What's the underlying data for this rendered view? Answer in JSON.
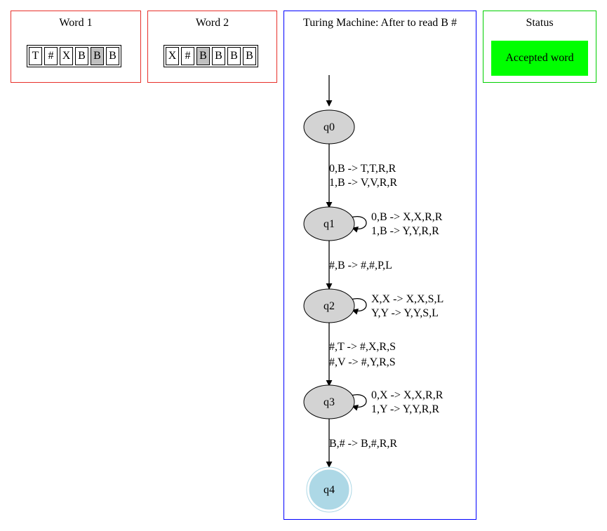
{
  "word1": {
    "title": "Word 1",
    "cells": [
      "T",
      "#",
      "X",
      "B",
      "B",
      "B"
    ],
    "head_index": 4
  },
  "word2": {
    "title": "Word 2",
    "cells": [
      "X",
      "#",
      "B",
      "B",
      "B",
      "B"
    ],
    "head_index": 2
  },
  "machine": {
    "title": "Turing Machine: After to read B #",
    "states": [
      "q0",
      "q1",
      "q2",
      "q3",
      "q4"
    ],
    "accept_state": "q4",
    "transitions": {
      "q0_q1": [
        "0,B -> T,T,R,R",
        "1,B -> V,V,R,R"
      ],
      "q1_q1": [
        "0,B -> X,X,R,R",
        "1,B -> Y,Y,R,R"
      ],
      "q1_q2": [
        "#,B -> #,#,P,L"
      ],
      "q2_q2": [
        "X,X -> X,X,S,L",
        "Y,Y -> Y,Y,S,L"
      ],
      "q2_q3": [
        "#,T -> #,X,R,S",
        "#,V -> #,Y,R,S"
      ],
      "q3_q3": [
        "0,X -> X,X,R,R",
        "1,Y -> Y,Y,R,R"
      ],
      "q3_q4": [
        "B,# -> B,#,R,R"
      ]
    }
  },
  "status": {
    "title": "Status",
    "text": "Accepted word"
  },
  "colors": {
    "word_border": "#e8302a",
    "machine_border": "#0000ff",
    "status_border": "#00d000",
    "status_fill": "#00ff00",
    "state_fill": "#d3d3d3",
    "accept_fill": "#add8e6",
    "head_cell": "#c0c0c0"
  }
}
